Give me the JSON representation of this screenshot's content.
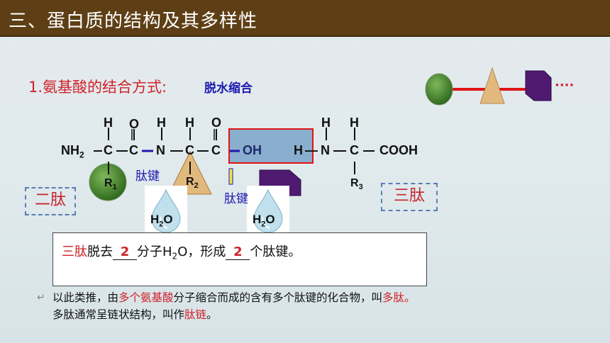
{
  "header": {
    "title": "三、蛋白质的结构及其多样性"
  },
  "heading": {
    "label": "1.氨基酸的结合方式:",
    "answer": "脱水缩合"
  },
  "chain_ellipsis": "····",
  "formula": {
    "h": "H",
    "o": "O",
    "nh2": "NH",
    "c": "C",
    "n": "N",
    "oh": "OH",
    "cooh": "COOH",
    "r": "R",
    "sub_1": "1",
    "sub_2": "2",
    "sub_3": "3",
    "dash": "—"
  },
  "peptide_bond_label": "肽键",
  "dipeptide_label": "二肽",
  "tripeptide_label": "三肽",
  "water": {
    "h": "H",
    "sub": "2",
    "o": "O"
  },
  "info": {
    "part1": "三肽",
    "part2": "脱去",
    "answer1": "2",
    "part3": "分子H",
    "sub": "2",
    "part4": "O，形成",
    "answer2": "2",
    "part5": "个肽键。"
  },
  "note": {
    "l1_a": "以此类推，由",
    "l1_b": "多个氨基酸",
    "l1_c": "分子缩合而成的含有多个肽键的化合物，叫",
    "l1_d": "多肽。",
    "l2_a": "多肽通常呈链状结构，叫作",
    "l2_b": "肽链",
    "l2_c": "。",
    "bullet": "↵"
  },
  "colors": {
    "header_bg": "#5e3f15",
    "accent_red": "#d0222a",
    "accent_blue": "#1d1ab0",
    "green_ball": "#4d8a33",
    "tan_triangle": "#e2b97c",
    "purple_block": "#4f1a70"
  }
}
